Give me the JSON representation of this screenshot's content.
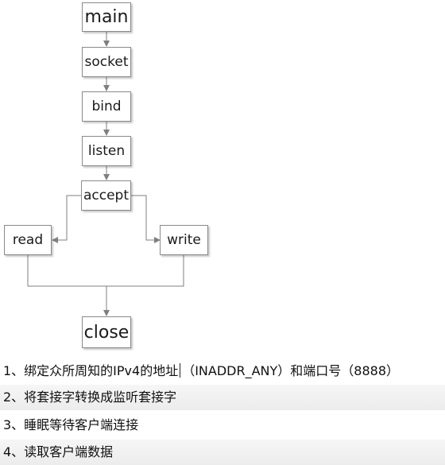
{
  "diagram": {
    "nodes": {
      "main": "main",
      "socket": "socket",
      "bind": "bind",
      "listen": "listen",
      "accept": "accept",
      "read": "read",
      "write": "write",
      "close": "close"
    }
  },
  "notes": {
    "items": [
      {
        "prefix": "1、绑定众所周知的IPv4的地址",
        "suffix": "（INADDR_ANY）和端口号（8888）"
      },
      {
        "text": "2、将套接字转换成监听套接字"
      },
      {
        "text": "3、睡眠等待客户端连接"
      },
      {
        "text": "4、读取客户端数据"
      }
    ]
  },
  "colors": {
    "line": "#7f7f7f",
    "border": "#8a8a8a",
    "text": "#1a1a1a"
  }
}
